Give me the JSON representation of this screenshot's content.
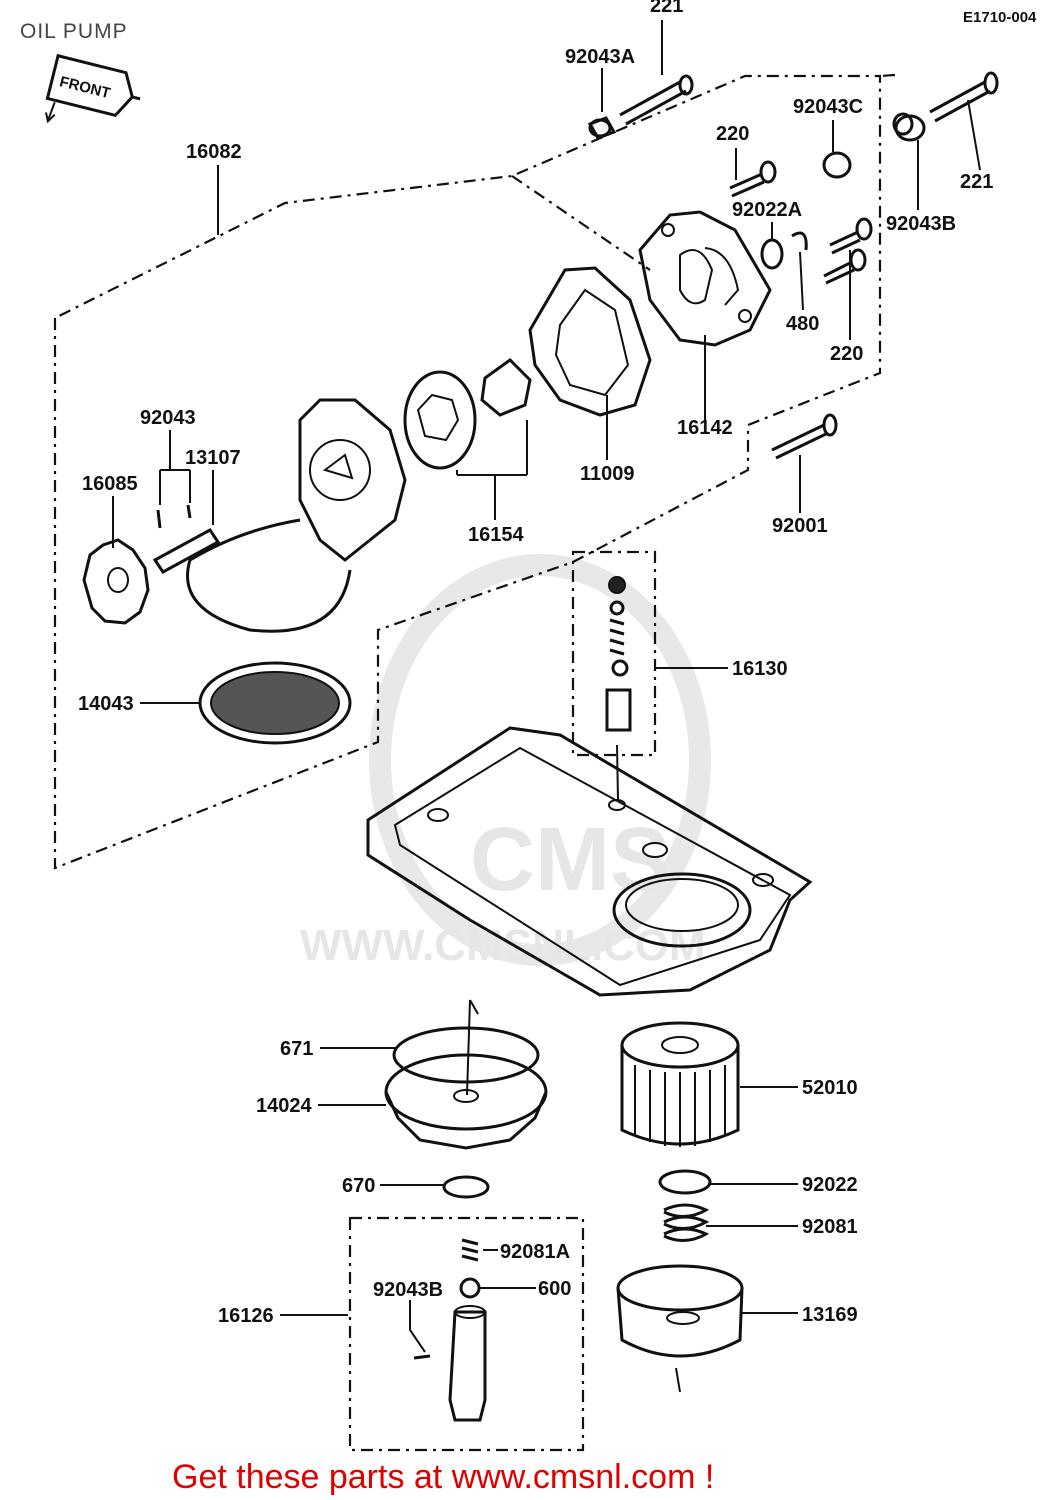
{
  "header": {
    "title": "OIL PUMP",
    "drawing_code": "E1710-004",
    "front_arrow_label": "FRONT"
  },
  "watermark": {
    "logo_text": "CMS",
    "url_text": "WWW.CMSNL.COM"
  },
  "parts": [
    {
      "id": "p221a",
      "label": "221"
    },
    {
      "id": "p92043A",
      "label": "92043A"
    },
    {
      "id": "p16082",
      "label": "16082"
    },
    {
      "id": "p220a",
      "label": "220"
    },
    {
      "id": "p92043C",
      "label": "92043C"
    },
    {
      "id": "p221b",
      "label": "221"
    },
    {
      "id": "p92022A",
      "label": "92022A"
    },
    {
      "id": "p92043B_top",
      "label": "92043B"
    },
    {
      "id": "p480",
      "label": "480"
    },
    {
      "id": "p220b",
      "label": "220"
    },
    {
      "id": "p16142",
      "label": "16142"
    },
    {
      "id": "p11009",
      "label": "11009"
    },
    {
      "id": "p92043",
      "label": "92043"
    },
    {
      "id": "p13107",
      "label": "13107"
    },
    {
      "id": "p16085",
      "label": "16085"
    },
    {
      "id": "p16154",
      "label": "16154"
    },
    {
      "id": "p92001",
      "label": "92001"
    },
    {
      "id": "p16130",
      "label": "16130"
    },
    {
      "id": "p14043",
      "label": "14043"
    },
    {
      "id": "p671",
      "label": "671"
    },
    {
      "id": "p14024",
      "label": "14024"
    },
    {
      "id": "p52010",
      "label": "52010"
    },
    {
      "id": "p670",
      "label": "670"
    },
    {
      "id": "p92022",
      "label": "92022"
    },
    {
      "id": "p92081",
      "label": "92081"
    },
    {
      "id": "p92081A",
      "label": "92081A"
    },
    {
      "id": "p92043B",
      "label": "92043B"
    },
    {
      "id": "p600",
      "label": "600"
    },
    {
      "id": "p16126",
      "label": "16126"
    },
    {
      "id": "p13169",
      "label": "13169"
    }
  ],
  "footer": {
    "cta": "Get these parts at www.cmsnl.com !"
  }
}
